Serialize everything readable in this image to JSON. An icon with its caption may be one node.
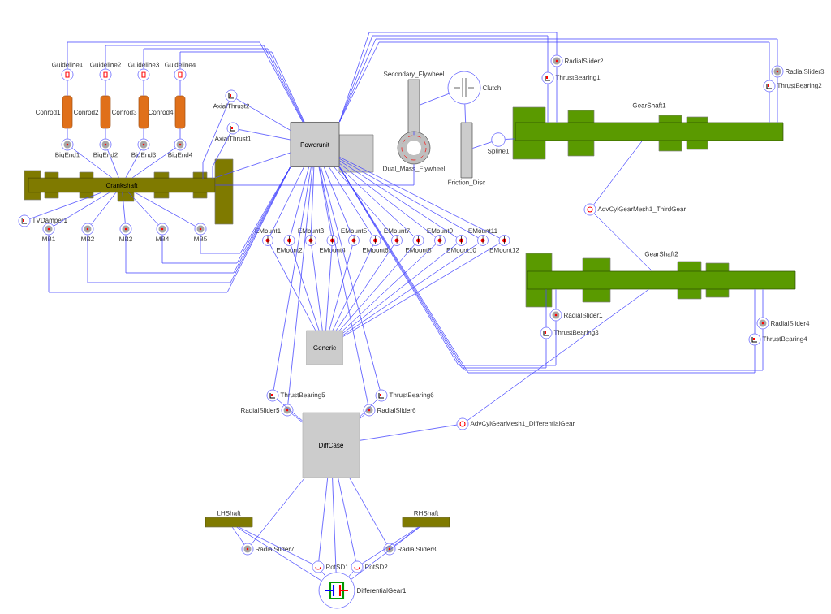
{
  "diagram": {
    "nodes": [
      {
        "text": [
          "Guideline1"
        ]
      },
      {
        "text": [
          "Guideline2"
        ]
      },
      {
        "text": [
          "Guideline3"
        ]
      },
      {
        "text": [
          "Guideline4"
        ]
      },
      {
        "text": [
          "Conrod1"
        ]
      },
      {
        "text": [
          "Conrod2"
        ]
      },
      {
        "text": [
          "Conrod3"
        ]
      },
      {
        "text": [
          "Conrod4"
        ]
      },
      {
        "text": [
          "BigEnd1"
        ]
      },
      {
        "text": [
          "BigEnd2"
        ]
      },
      {
        "text": [
          "BigEnd3"
        ]
      },
      {
        "text": [
          "BigEnd4"
        ]
      },
      {
        "text": [
          "AxialThrust2"
        ]
      },
      {
        "text": [
          "AxialThrust1"
        ]
      },
      {
        "text": [
          "Crankshaft"
        ]
      },
      {
        "text": [
          "TVDamper1"
        ]
      },
      {
        "text": [
          "MB1"
        ]
      },
      {
        "text": [
          "MB2"
        ]
      },
      {
        "text": [
          "MB3"
        ]
      },
      {
        "text": [
          "MB4"
        ]
      },
      {
        "text": [
          "MB5"
        ]
      },
      {
        "text": [
          "Powerunit"
        ]
      },
      {
        "text": [
          "Secondary_Flywheel"
        ]
      },
      {
        "text": [
          "Dual_Mass_Flywheel"
        ]
      },
      {
        "text": [
          "Clutch"
        ]
      },
      {
        "text": [
          "Friction_Disc"
        ]
      },
      {
        "text": [
          "Spline1"
        ]
      },
      {
        "text": [
          "GearShaft1"
        ]
      },
      {
        "text": [
          "RadialSlider2"
        ]
      },
      {
        "text": [
          "ThrustBearing1"
        ]
      },
      {
        "text": [
          "RadialSlider3"
        ]
      },
      {
        "text": [
          "ThrustBearing2"
        ]
      },
      {
        "text": [
          "AdvCylGearMesh1_ThirdGear"
        ]
      },
      {
        "text": [
          "GearShaft2"
        ]
      },
      {
        "text": [
          "RadialSlider1"
        ]
      },
      {
        "text": [
          "ThrustBearing3"
        ]
      },
      {
        "text": [
          "RadialSlider4"
        ]
      },
      {
        "text": [
          "ThrustBearing4"
        ]
      },
      {
        "text": [
          "EMount1"
        ]
      },
      {
        "text": [
          "EMount2"
        ]
      },
      {
        "text": [
          "EMount3"
        ]
      },
      {
        "text": [
          "EMount4"
        ]
      },
      {
        "text": [
          "EMount5"
        ]
      },
      {
        "text": [
          "EMount6"
        ]
      },
      {
        "text": [
          "EMount7"
        ]
      },
      {
        "text": [
          "EMount8"
        ]
      },
      {
        "text": [
          "EMount9"
        ]
      },
      {
        "text": [
          "EMount10"
        ]
      },
      {
        "text": [
          "EMount11"
        ]
      },
      {
        "text": [
          "EMount12"
        ]
      },
      {
        "text": [
          "Generic"
        ]
      },
      {
        "text": [
          "ThrustBearing5"
        ]
      },
      {
        "text": [
          "RadialSlider5"
        ]
      },
      {
        "text": [
          "ThrustBearing6"
        ]
      },
      {
        "text": [
          "RadialSlider6"
        ]
      },
      {
        "text": [
          "DiffCase"
        ]
      },
      {
        "text": [
          "AdvCylGearMesh1_DifferentialGear"
        ]
      },
      {
        "text": [
          "LHShaft"
        ]
      },
      {
        "text": [
          "RHShaft"
        ]
      },
      {
        "text": [
          "RadialSlider7"
        ]
      },
      {
        "text": [
          "RadialSlider8"
        ]
      },
      {
        "text": [
          "RotSD1"
        ]
      },
      {
        "text": [
          "RotSD2"
        ]
      },
      {
        "text": [
          "DifferentialGear1"
        ]
      }
    ],
    "edges": [
      {
        "from": 0,
        "to": 4,
        "arrow": "none"
      },
      {
        "from": 1,
        "to": 5,
        "arrow": "none"
      },
      {
        "from": 2,
        "to": 6,
        "arrow": "none"
      },
      {
        "from": 3,
        "to": 7,
        "arrow": "none"
      },
      {
        "from": 4,
        "to": 8,
        "arrow": "none"
      },
      {
        "from": 5,
        "to": 9,
        "arrow": "none"
      },
      {
        "from": 6,
        "to": 10,
        "arrow": "none"
      },
      {
        "from": 7,
        "to": 11,
        "arrow": "none"
      },
      {
        "from": 8,
        "to": 14,
        "arrow": "none"
      },
      {
        "from": 9,
        "to": 14,
        "arrow": "none"
      },
      {
        "from": 10,
        "to": 14,
        "arrow": "none"
      },
      {
        "from": 11,
        "to": 14,
        "arrow": "none"
      },
      {
        "from": 0,
        "to": 21,
        "arrow": "none"
      },
      {
        "from": 1,
        "to": 21,
        "arrow": "none"
      },
      {
        "from": 2,
        "to": 21,
        "arrow": "none"
      },
      {
        "from": 3,
        "to": 21,
        "arrow": "none"
      },
      {
        "from": 12,
        "to": 21,
        "arrow": "none"
      },
      {
        "from": 12,
        "to": 14,
        "arrow": "none"
      },
      {
        "from": 13,
        "to": 21,
        "arrow": "none"
      },
      {
        "from": 13,
        "to": 14,
        "arrow": "none"
      },
      {
        "from": 15,
        "to": 14,
        "arrow": "none"
      },
      {
        "from": 16,
        "to": 14,
        "arrow": "none"
      },
      {
        "from": 17,
        "to": 14,
        "arrow": "none"
      },
      {
        "from": 18,
        "to": 14,
        "arrow": "none"
      },
      {
        "from": 19,
        "to": 14,
        "arrow": "none"
      },
      {
        "from": 20,
        "to": 14,
        "arrow": "none"
      },
      {
        "from": 16,
        "to": 21,
        "arrow": "none"
      },
      {
        "from": 17,
        "to": 21,
        "arrow": "none"
      },
      {
        "from": 18,
        "to": 21,
        "arrow": "none"
      },
      {
        "from": 19,
        "to": 21,
        "arrow": "none"
      },
      {
        "from": 20,
        "to": 21,
        "arrow": "none"
      },
      {
        "from": 14,
        "to": 21,
        "arrow": "none"
      },
      {
        "from": 22,
        "to": 24,
        "arrow": "none"
      },
      {
        "from": 22,
        "to": 23,
        "arrow": "none"
      },
      {
        "from": 24,
        "to": 25,
        "arrow": "none"
      },
      {
        "from": 25,
        "to": 26,
        "arrow": "none"
      },
      {
        "from": 26,
        "to": 27,
        "arrow": "none"
      },
      {
        "from": 23,
        "to": 14,
        "arrow": "none"
      },
      {
        "from": 28,
        "to": 27,
        "arrow": "none"
      },
      {
        "from": 29,
        "to": 27,
        "arrow": "none"
      },
      {
        "from": 30,
        "to": 27,
        "arrow": "none"
      },
      {
        "from": 31,
        "to": 27,
        "arrow": "none"
      },
      {
        "from": 28,
        "to": 21,
        "arrow": "none"
      },
      {
        "from": 29,
        "to": 21,
        "arrow": "none"
      },
      {
        "from": 30,
        "to": 21,
        "arrow": "none"
      },
      {
        "from": 31,
        "to": 21,
        "arrow": "none"
      },
      {
        "from": 27,
        "to": 32,
        "arrow": "none"
      },
      {
        "from": 32,
        "to": 33,
        "arrow": "none"
      },
      {
        "from": 34,
        "to": 33,
        "arrow": "none"
      },
      {
        "from": 35,
        "to": 33,
        "arrow": "none"
      },
      {
        "from": 36,
        "to": 33,
        "arrow": "none"
      },
      {
        "from": 37,
        "to": 33,
        "arrow": "none"
      },
      {
        "from": 34,
        "to": 21,
        "arrow": "none"
      },
      {
        "from": 35,
        "to": 21,
        "arrow": "none"
      },
      {
        "from": 36,
        "to": 21,
        "arrow": "none"
      },
      {
        "from": 37,
        "to": 21,
        "arrow": "none"
      },
      {
        "from": 38,
        "to": 21,
        "arrow": "none"
      },
      {
        "from": 39,
        "to": 21,
        "arrow": "none"
      },
      {
        "from": 40,
        "to": 21,
        "arrow": "none"
      },
      {
        "from": 41,
        "to": 21,
        "arrow": "none"
      },
      {
        "from": 42,
        "to": 21,
        "arrow": "none"
      },
      {
        "from": 43,
        "to": 21,
        "arrow": "none"
      },
      {
        "from": 44,
        "to": 21,
        "arrow": "none"
      },
      {
        "from": 45,
        "to": 21,
        "arrow": "none"
      },
      {
        "from": 46,
        "to": 21,
        "arrow": "none"
      },
      {
        "from": 47,
        "to": 21,
        "arrow": "none"
      },
      {
        "from": 48,
        "to": 21,
        "arrow": "none"
      },
      {
        "from": 49,
        "to": 21,
        "arrow": "none"
      },
      {
        "from": 38,
        "to": 50,
        "arrow": "none"
      },
      {
        "from": 39,
        "to": 50,
        "arrow": "none"
      },
      {
        "from": 40,
        "to": 50,
        "arrow": "none"
      },
      {
        "from": 41,
        "to": 50,
        "arrow": "none"
      },
      {
        "from": 42,
        "to": 50,
        "arrow": "none"
      },
      {
        "from": 43,
        "to": 50,
        "arrow": "none"
      },
      {
        "from": 44,
        "to": 50,
        "arrow": "none"
      },
      {
        "from": 45,
        "to": 50,
        "arrow": "none"
      },
      {
        "from": 46,
        "to": 50,
        "arrow": "none"
      },
      {
        "from": 47,
        "to": 50,
        "arrow": "none"
      },
      {
        "from": 48,
        "to": 50,
        "arrow": "none"
      },
      {
        "from": 49,
        "to": 50,
        "arrow": "none"
      },
      {
        "from": 51,
        "to": 21,
        "arrow": "none"
      },
      {
        "from": 52,
        "to": 21,
        "arrow": "none"
      },
      {
        "from": 53,
        "to": 21,
        "arrow": "none"
      },
      {
        "from": 54,
        "to": 21,
        "arrow": "none"
      },
      {
        "from": 51,
        "to": 55,
        "arrow": "none"
      },
      {
        "from": 52,
        "to": 55,
        "arrow": "none"
      },
      {
        "from": 53,
        "to": 55,
        "arrow": "none"
      },
      {
        "from": 54,
        "to": 55,
        "arrow": "none"
      },
      {
        "from": 33,
        "to": 56,
        "arrow": "none"
      },
      {
        "from": 56,
        "to": 55,
        "arrow": "none"
      },
      {
        "from": 55,
        "to": 59,
        "arrow": "none"
      },
      {
        "from": 55,
        "to": 60,
        "arrow": "none"
      },
      {
        "from": 55,
        "to": 61,
        "arrow": "none"
      },
      {
        "from": 55,
        "to": 62,
        "arrow": "none"
      },
      {
        "from": 55,
        "to": 63,
        "arrow": "none"
      },
      {
        "from": 57,
        "to": 59,
        "arrow": "none"
      },
      {
        "from": 57,
        "to": 61,
        "arrow": "none"
      },
      {
        "from": 57,
        "to": 63,
        "arrow": "none"
      },
      {
        "from": 58,
        "to": 60,
        "arrow": "none"
      },
      {
        "from": 58,
        "to": 62,
        "arrow": "none"
      },
      {
        "from": 58,
        "to": 63,
        "arrow": "none"
      },
      {
        "from": 61,
        "to": 63,
        "arrow": "none"
      },
      {
        "from": 62,
        "to": 63,
        "arrow": "none"
      }
    ]
  }
}
